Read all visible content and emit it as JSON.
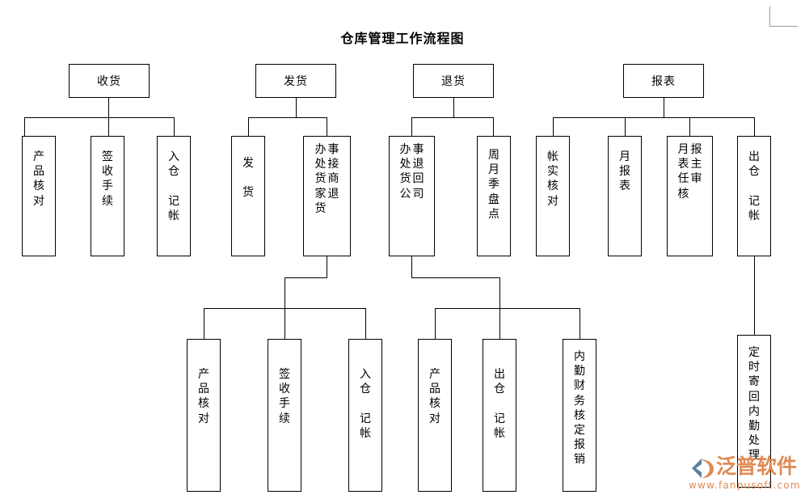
{
  "page": {
    "title": "仓库管理工作流程图",
    "background_color": "#ffffff",
    "line_color": "#000000",
    "corner_mark_color": "#9a9a9a"
  },
  "watermark": {
    "brand": "泛普软件",
    "url": "www.fanpusoft.com",
    "brand_color": "#e08a52",
    "logo_colors": [
      "#e08a52",
      "#5b7fa6"
    ]
  },
  "chart_data": {
    "type": "diagram",
    "diagram_type": "org-tree-flowchart",
    "title": "仓库管理工作流程图",
    "roots": [
      {
        "id": "receive",
        "label": "收货",
        "children": [
          {
            "id": "receive-1",
            "label": "产品核对"
          },
          {
            "id": "receive-2",
            "label": "签收手续"
          },
          {
            "id": "receive-3",
            "label": "入仓  记帐"
          }
        ]
      },
      {
        "id": "ship",
        "label": "发货",
        "children": [
          {
            "id": "ship-1",
            "label": "发  货"
          },
          {
            "id": "ship-2",
            "label": "接商家退货事办处货",
            "columns": [
              "事接商退",
              "办处货家货"
            ],
            "children": [
              {
                "id": "ship-2-1",
                "label": "产品核对"
              },
              {
                "id": "ship-2-2",
                "label": "签收手续"
              },
              {
                "id": "ship-2-3",
                "label": "入仓  记帐"
              }
            ]
          }
        ]
      },
      {
        "id": "return",
        "label": "退货",
        "children": [
          {
            "id": "return-1",
            "label": "退货回公司办事处",
            "columns": [
              "事退回司",
              "办处货公"
            ],
            "children": [
              {
                "id": "return-1-1",
                "label": "产品核对"
              },
              {
                "id": "return-1-2",
                "label": "出仓  记帐"
              },
              {
                "id": "return-1-3",
                "label": "内勤财务核定报销"
              }
            ]
          },
          {
            "id": "return-2",
            "label": "周月季盘点"
          }
        ]
      },
      {
        "id": "report",
        "label": "报表",
        "children": [
          {
            "id": "report-1",
            "label": "帐实核对"
          },
          {
            "id": "report-2",
            "label": "月报表"
          },
          {
            "id": "report-3",
            "label": "月报表主任审核",
            "columns": [
              "报主审",
              "月表任核"
            ]
          },
          {
            "id": "report-4",
            "label": "出仓  记帐",
            "children": [
              {
                "id": "report-4-1",
                "label": "定时寄回内勤处理"
              }
            ]
          }
        ]
      }
    ]
  },
  "nodes": {
    "receive": {
      "text": "收货"
    },
    "ship": {
      "text": "发货"
    },
    "return": {
      "text": "退货"
    },
    "report": {
      "text": "报表"
    },
    "receive_1": {
      "text": "产\n品\n核\n对"
    },
    "receive_2": {
      "text": "签\n收\n手\n续"
    },
    "receive_3": {
      "text": "入\n仓\n\n记\n帐"
    },
    "ship_1": {
      "text": "发\n\n货"
    },
    "ship_2_right": {
      "text": "事\n接\n商\n退"
    },
    "ship_2_left": {
      "text": "办\n处\n货\n家\n货"
    },
    "return_1_right": {
      "text": "事\n退\n回\n司"
    },
    "return_1_left": {
      "text": "办\n处\n货\n公"
    },
    "return_2": {
      "text": "周\n月\n季\n盘\n点"
    },
    "report_1": {
      "text": "帐\n实\n核\n对"
    },
    "report_2": {
      "text": "月\n报\n表"
    },
    "report_3_right": {
      "text": "报\n主\n审"
    },
    "report_3_left": {
      "text": "月\n表\n任\n核"
    },
    "report_4": {
      "text": "出\n仓\n\n记\n帐"
    },
    "ship_2_1": {
      "text": "产\n品\n核\n对"
    },
    "ship_2_2": {
      "text": "签\n收\n手\n续"
    },
    "ship_2_3": {
      "text": "入\n仓\n\n记\n帐"
    },
    "return_1_1": {
      "text": "产\n品\n核\n对"
    },
    "return_1_2": {
      "text": "出\n仓\n\n记\n帐"
    },
    "return_1_3": {
      "text": "内\n勤\n财\n务\n核\n定\n报\n销"
    },
    "report_4_1": {
      "text": "定\n时\n寄\n回\n内\n勤\n处\n理"
    }
  }
}
